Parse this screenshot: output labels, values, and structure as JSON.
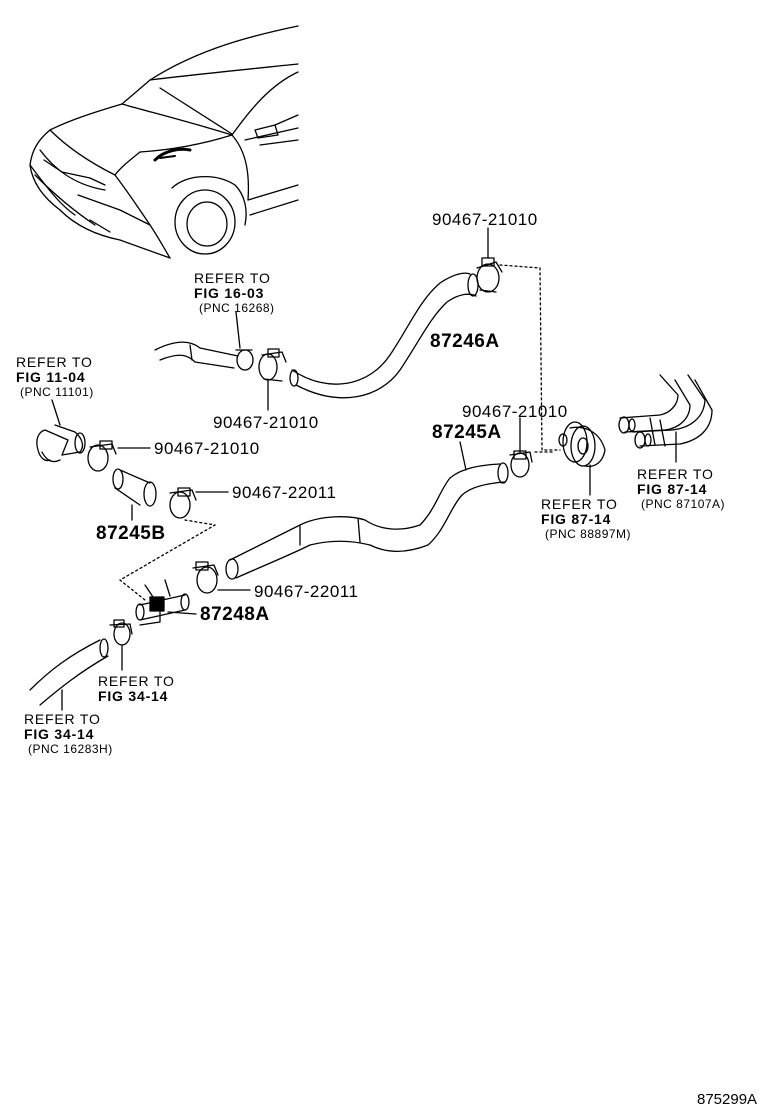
{
  "labels": {
    "clamp_top": "90467-21010",
    "hose_87246a": "87246A",
    "clamp_mid_left": "90467-21010",
    "clamp_right": "90467-21010",
    "hose_87245a": "87245A",
    "clamp_left_upper": "90467-21010",
    "clamp_left_lower": "90467-22011",
    "hose_87245b": "87245B",
    "clamp_center": "90467-22011",
    "joint_87248a": "87248A"
  },
  "refs": {
    "fig16": {
      "line1": "REFER TO",
      "line2": "FIG 16-03",
      "pnc": "(PNC 16268)"
    },
    "fig11": {
      "line1": "REFER TO",
      "line2": "FIG 11-04",
      "pnc": "(PNC 11101)"
    },
    "fig87_grommet": {
      "line1": "REFER TO",
      "line2": "FIG 87-14",
      "pnc": "(PNC 88897M)"
    },
    "fig87_pipe": {
      "line1": "REFER TO",
      "line2": "FIG 87-14",
      "pnc": "(PNC 87107A)"
    },
    "fig34_upper": {
      "line1": "REFER TO",
      "line2": "FIG 34-14"
    },
    "fig34_lower": {
      "line1": "REFER TO",
      "line2": "FIG 34-14",
      "pnc": "(PNC 16283H)"
    }
  },
  "diagram_code": "875299A"
}
